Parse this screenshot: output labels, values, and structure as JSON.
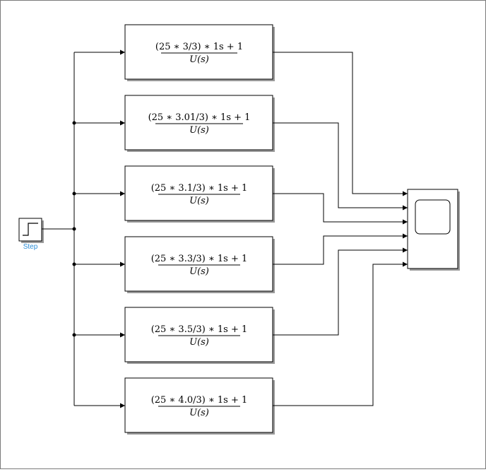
{
  "diagram": {
    "step": {
      "label": "Step",
      "icon": "step-signal-icon"
    },
    "transfer_functions": [
      {
        "numerator": "(25 ∗ 3/3) ∗ 1s + 1",
        "denominator": "U(s)"
      },
      {
        "numerator": "(25 ∗ 3.01/3) ∗ 1s + 1",
        "denominator": "U(s)"
      },
      {
        "numerator": "(25 ∗ 3.1/3) ∗ 1s + 1",
        "denominator": "U(s)"
      },
      {
        "numerator": "(25 ∗ 3.3/3) ∗ 1s + 1",
        "denominator": "U(s)"
      },
      {
        "numerator": "(25 ∗ 3.5/3) ∗ 1s + 1",
        "denominator": "U(s)"
      },
      {
        "numerator": "(25 ∗ 4.0/3) ∗ 1s + 1",
        "denominator": "U(s)"
      }
    ],
    "scope": {
      "icon": "scope-screen-icon",
      "inputs": 6
    },
    "colors": {
      "line": "#000000",
      "block_border": "#000000",
      "block_shadow": "#9a9a9a",
      "step_label": "#2a8cd6",
      "frame_border": "#7a7a7a"
    }
  }
}
